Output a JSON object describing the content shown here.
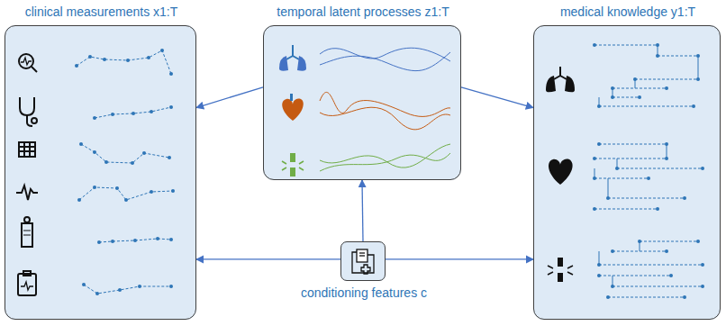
{
  "diagram": {
    "nodes": [
      {
        "text": [
          "clinical measurements x1:T"
        ]
      },
      {
        "text": [
          "temporal latent processes z1:T"
        ]
      },
      {
        "text": [
          "medical knowledge y1:T"
        ]
      },
      {
        "text": [
          "conditioning features c"
        ]
      }
    ],
    "edges": [
      {
        "from": 1,
        "to": 0,
        "arrow": "to"
      },
      {
        "from": 1,
        "to": 2,
        "arrow": "to"
      },
      {
        "from": 3,
        "to": 1,
        "arrow": "to"
      },
      {
        "from": 3,
        "to": 0,
        "arrow": "to"
      },
      {
        "from": 3,
        "to": 2,
        "arrow": "to"
      }
    ]
  }
}
